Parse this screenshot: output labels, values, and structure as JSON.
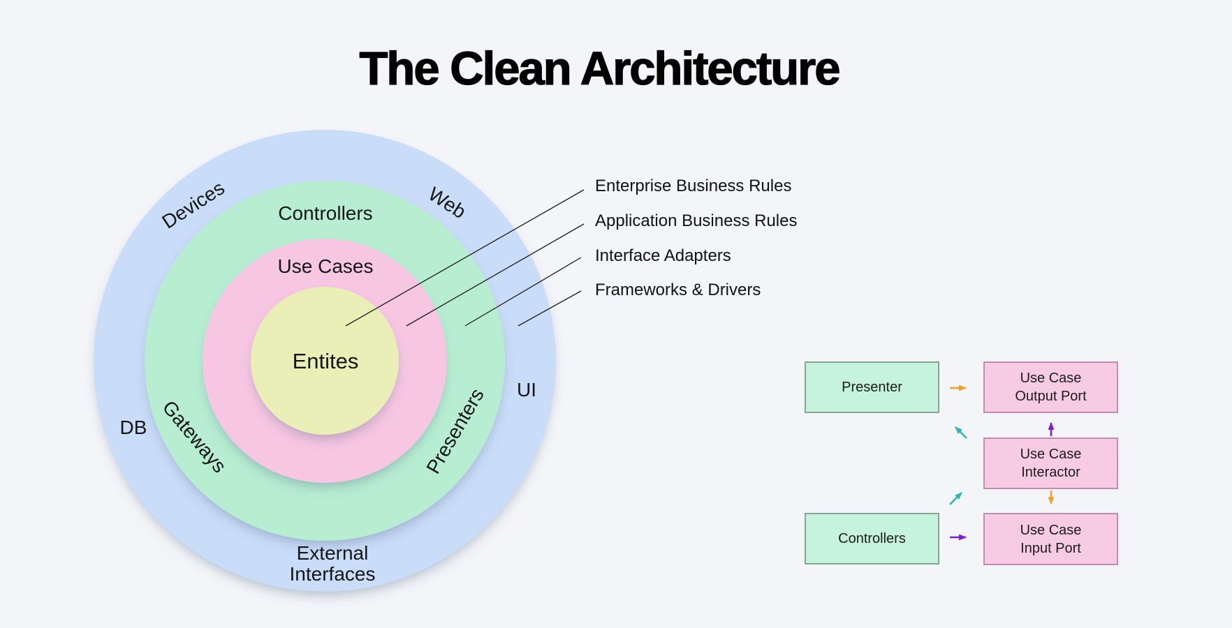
{
  "title": "The Clean Architecture",
  "rings": {
    "labels": {
      "devices": "Devices",
      "web": "Web",
      "db": "DB",
      "ui": "UI",
      "controllers": "Controllers",
      "gateways": "Gateways",
      "presenters": "Presenters",
      "use_cases": "Use Cases",
      "entities": "Entites",
      "external_interfaces": "External\nInterfaces"
    }
  },
  "legend": {
    "items": [
      {
        "label": "Enterprise Business Rules"
      },
      {
        "label": "Application Business Rules"
      },
      {
        "label": "Interface Adapters"
      },
      {
        "label": "Frameworks & Drivers"
      }
    ]
  },
  "flow": {
    "boxes": [
      {
        "id": "presenter",
        "label": "Presenter",
        "style": "green"
      },
      {
        "id": "use-case-output-port",
        "label": "Use Case\nOutput Port",
        "style": "pink"
      },
      {
        "id": "use-case-interactor",
        "label": "Use Case\nInteractor",
        "style": "pink"
      },
      {
        "id": "controllers",
        "label": "Controllers",
        "style": "green"
      },
      {
        "id": "use-case-input-port",
        "label": "Use Case\nInput Port",
        "style": "pink"
      }
    ]
  },
  "colors": {
    "background": "#f3f5f8",
    "ring_blue": "#c9dcf8",
    "ring_green": "#b7eed2",
    "ring_pink": "#f7c6e2",
    "ring_yellow": "#e9efb7",
    "box_green_fill": "#c5f3dc",
    "box_green_border": "#86a695",
    "box_pink_fill": "#f8cbe5",
    "box_pink_border": "#c18cb1",
    "arrow_orange": "#efa128",
    "arrow_teal": "#2fb5ad",
    "arrow_purple": "#7d1bd8",
    "connector_line": "#1b1b1b"
  }
}
